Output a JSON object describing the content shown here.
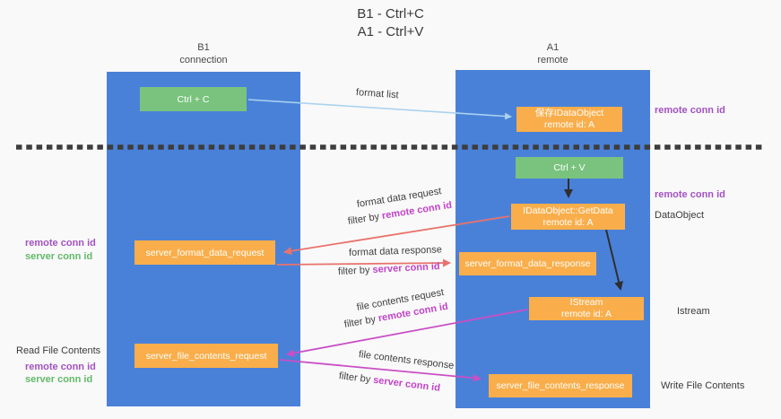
{
  "title": {
    "line1": "B1 - Ctrl+C",
    "line2": "A1 - Ctrl+V"
  },
  "columns": {
    "left": {
      "name": "B1",
      "subtitle": "connection"
    },
    "right": {
      "name": "A1",
      "subtitle": "remote"
    }
  },
  "nodes": {
    "ctrl_c": {
      "label": "Ctrl + C"
    },
    "save_dataobject": {
      "line1": "保存IDataObject",
      "line2": "remote id: A"
    },
    "ctrl_v": {
      "label": "Ctrl + V"
    },
    "getdata": {
      "line1": "IDataObject::GetData",
      "line2": "remote id: A"
    },
    "format_request": {
      "label": "server_format_data_request"
    },
    "format_response": {
      "label": "server_format_data_response"
    },
    "istream": {
      "line1": "IStream",
      "line2": "remote id: A"
    },
    "file_request": {
      "label": "server_file_contents_request"
    },
    "file_response": {
      "label": "server_file_contents_response"
    }
  },
  "edges": {
    "format_list": "format list",
    "format_data_request": "format data request",
    "format_data_response": "format data response",
    "file_contents_request": "file contents request",
    "file_contents_response": "file contents response",
    "filter_by": "filter by ",
    "remote_conn_id": "remote conn id",
    "server_conn_id": "server conn id"
  },
  "side_labels": {
    "remote_conn_id": "remote conn id",
    "server_conn_id": "server conn id",
    "dataobject": "DataObject",
    "istream": "Istream",
    "read_file_contents": "Read File Contents",
    "write_file_contents": "Write File Contents"
  },
  "colors": {
    "lane_blue": "#4a81d8",
    "box_green": "#79c37e",
    "box_orange": "#f9ae4b",
    "arrow_blue": "#a9d2ef",
    "arrow_salmon": "#e8736c",
    "arrow_magenta": "#c94fc6",
    "arrow_black": "#2f2f2f",
    "label_purple": "#a352c1",
    "label_magenta": "#c143c8",
    "label_green": "#63b96a"
  }
}
